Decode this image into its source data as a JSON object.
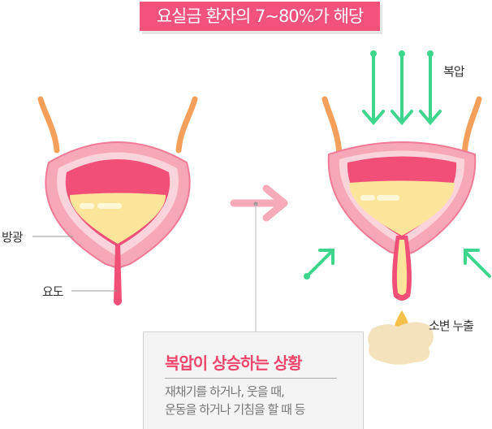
{
  "title": "요실금 환자의 7~80%가 해당",
  "labels": {
    "bladder": "방광",
    "urethra": "요도",
    "abdominal_pressure": "복압",
    "leakage": "소변 누출"
  },
  "info_box": {
    "heading": "복압이 상승하는 상황",
    "line1": "재채기를 하거나, 웃을 때,",
    "line2": "운동을 하거나 기침을 할 때 등"
  },
  "colors": {
    "accent": "#f2527b",
    "arrow_green": "#3dd68c",
    "urine": "#fbe59a"
  }
}
